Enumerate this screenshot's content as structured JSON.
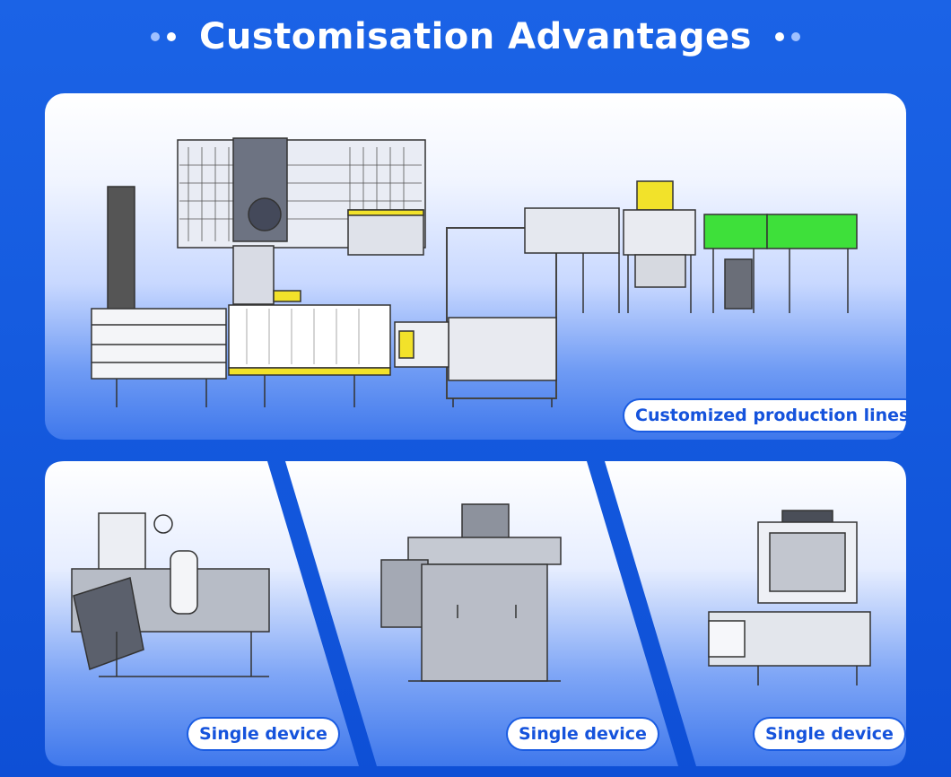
{
  "header": {
    "title": "Customisation Advantages"
  },
  "top_panel": {
    "label": "Customized production lines"
  },
  "devices": [
    {
      "label": "Single device"
    },
    {
      "label": "Single device"
    },
    {
      "label": "Single device"
    }
  ],
  "colors": {
    "background": "#155bdf",
    "accent": "#1553dc",
    "machine_green": "#3ee03a",
    "machine_yellow": "#f2e22a"
  }
}
